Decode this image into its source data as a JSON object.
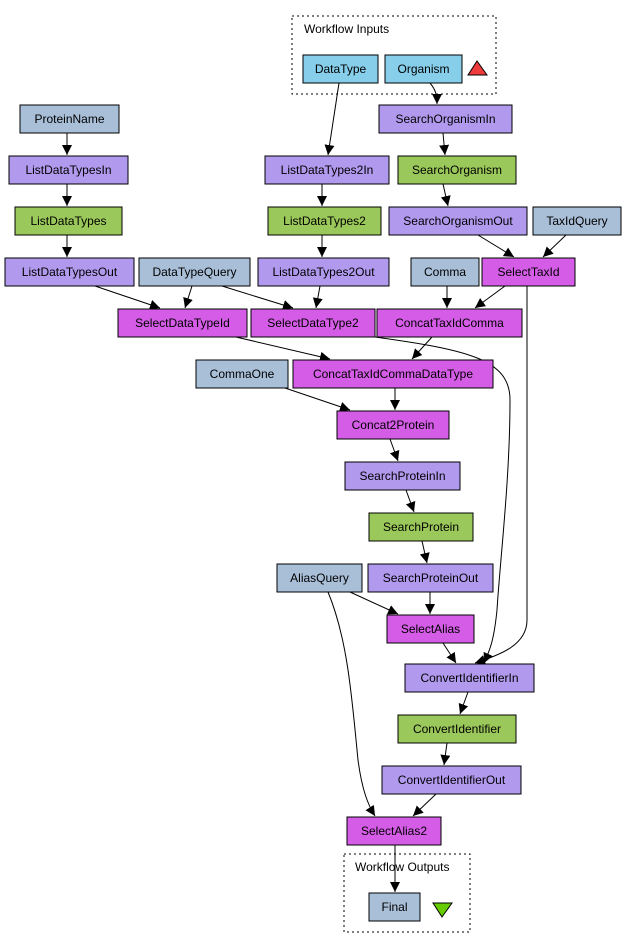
{
  "colors": {
    "input": "#87ceeb",
    "constant": "#a9bfd8",
    "processor_io": "#b19aee",
    "service": "#9bc85a",
    "local": "#d45ce6",
    "output": "#a9bfd8",
    "input_marker": "#ee3b3b",
    "output_marker": "#66cc00"
  },
  "clusters": {
    "inputs": {
      "label": "Workflow Inputs"
    },
    "outputs": {
      "label": "Workflow Outputs"
    }
  },
  "nodes": {
    "DataType": "DataType",
    "Organism": "Organism",
    "ProteinName": "ProteinName",
    "ListDataTypesIn": "ListDataTypesIn",
    "ListDataTypes": "ListDataTypes",
    "ListDataTypesOut": "ListDataTypesOut",
    "DataTypeQuery": "DataTypeQuery",
    "ListDataTypes2In": "ListDataTypes2In",
    "ListDataTypes2": "ListDataTypes2",
    "ListDataTypes2Out": "ListDataTypes2Out",
    "SearchOrganismIn": "SearchOrganismIn",
    "SearchOrganism": "SearchOrganism",
    "SearchOrganismOut": "SearchOrganismOut",
    "TaxIdQuery": "TaxIdQuery",
    "Comma": "Comma",
    "SelectTaxId": "SelectTaxId",
    "SelectDataTypeId": "SelectDataTypeId",
    "SelectDataType2": "SelectDataType2",
    "ConcatTaxIdComma": "ConcatTaxIdComma",
    "CommaOne": "CommaOne",
    "ConcatTaxIdCommaDataType": "ConcatTaxIdCommaDataType",
    "Concat2Protein": "Concat2Protein",
    "SearchProteinIn": "SearchProteinIn",
    "SearchProtein": "SearchProtein",
    "AliasQuery": "AliasQuery",
    "SearchProteinOut": "SearchProteinOut",
    "SelectAlias": "SelectAlias",
    "ConvertIdentifierIn": "ConvertIdentifierIn",
    "ConvertIdentifier": "ConvertIdentifier",
    "ConvertIdentifierOut": "ConvertIdentifierOut",
    "SelectAlias2": "SelectAlias2",
    "Final": "Final"
  },
  "icons": {
    "input_marker": "triangle-up-icon",
    "output_marker": "triangle-down-icon"
  }
}
